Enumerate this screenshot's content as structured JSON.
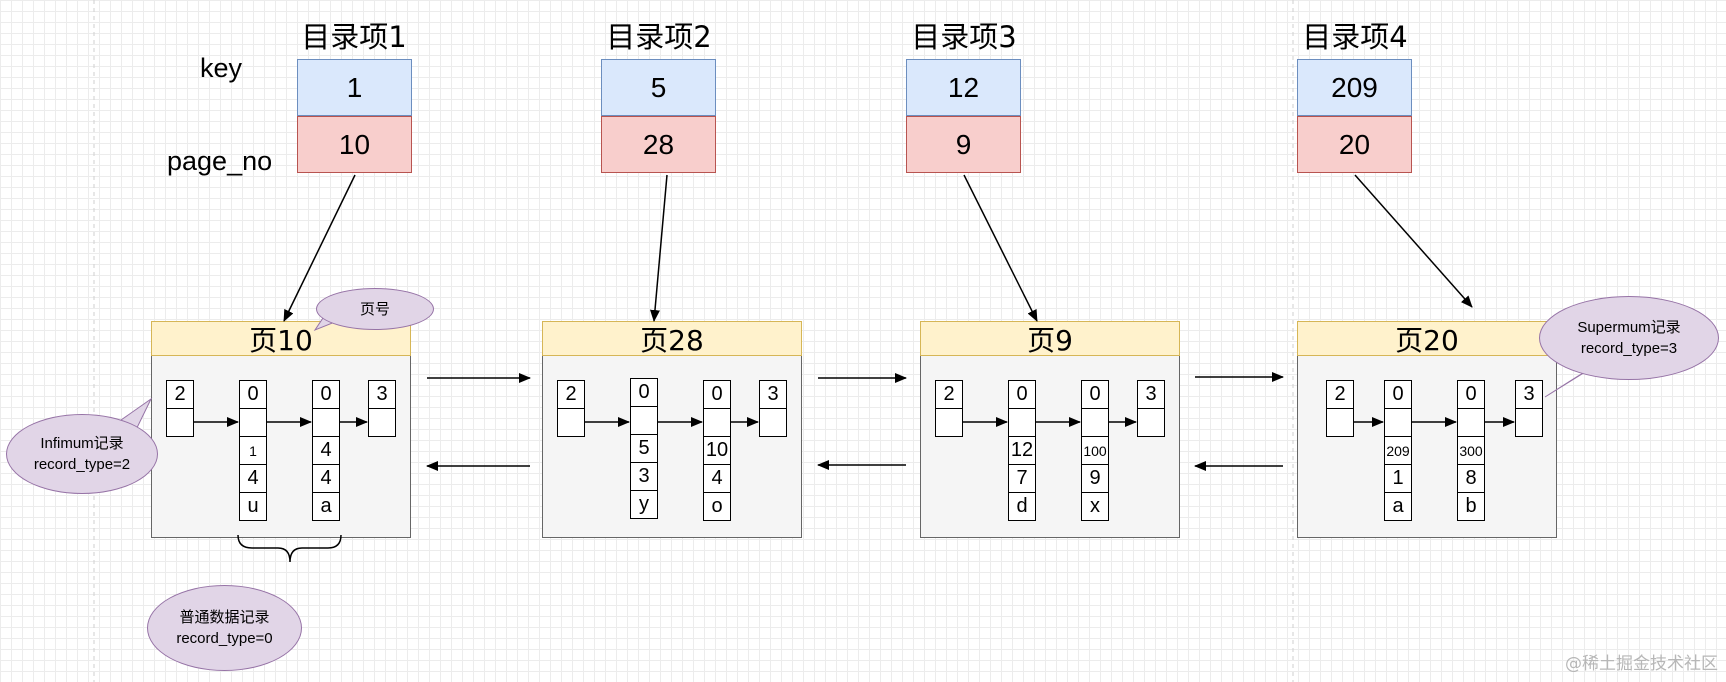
{
  "row_labels": {
    "key": "key",
    "page_no": "page_no"
  },
  "directory": [
    {
      "title": "目录项1",
      "key": "1",
      "page_no": "10"
    },
    {
      "title": "目录项2",
      "key": "5",
      "page_no": "28"
    },
    {
      "title": "目录项3",
      "key": "12",
      "page_no": "9"
    },
    {
      "title": "目录项4",
      "key": "209",
      "page_no": "20"
    }
  ],
  "pages": [
    {
      "title": "页10",
      "infimum": {
        "next": "2",
        "v": ""
      },
      "records": [
        {
          "type": "0",
          "next": "",
          "key": "1",
          "k1": "4",
          "k2": "u"
        },
        {
          "type": "0",
          "next": "",
          "key": "4",
          "k1": "4",
          "k2": "a"
        }
      ],
      "supremum": {
        "type": "3"
      }
    },
    {
      "title": "页28",
      "infimum": {
        "next": "2",
        "v": ""
      },
      "records": [
        {
          "type": "0",
          "next": "",
          "key": "5",
          "k1": "3",
          "k2": "y"
        },
        {
          "type": "0",
          "next": "",
          "key": "10",
          "k1": "4",
          "k2": "o"
        }
      ],
      "supremum": {
        "type": "3"
      }
    },
    {
      "title": "页9",
      "infimum": {
        "next": "2",
        "v": ""
      },
      "records": [
        {
          "type": "0",
          "next": "",
          "key": "12",
          "k1": "7",
          "k2": "d"
        },
        {
          "type": "0",
          "next": "",
          "key": "100",
          "k1": "9",
          "k2": "x"
        }
      ],
      "supremum": {
        "type": "3"
      }
    },
    {
      "title": "页20",
      "infimum": {
        "next": "2",
        "v": ""
      },
      "records": [
        {
          "type": "0",
          "next": "",
          "key": "209",
          "k1": "1",
          "k2": "a"
        },
        {
          "type": "0",
          "next": "",
          "key": "300",
          "k1": "8",
          "k2": "b"
        }
      ],
      "supremum": {
        "type": "3"
      }
    }
  ],
  "annotations": {
    "page_no": "页号",
    "infimum": [
      "Infimum记录",
      "record_type=2"
    ],
    "supremum": [
      "Supermum记录",
      "record_type=3"
    ],
    "normal": [
      "普通数据记录",
      "record_type=0"
    ]
  },
  "watermark": "@稀土掘金技术社区",
  "colors": {
    "key_fill": "#dae8fc",
    "key_border": "#6c8ebf",
    "page_no_fill": "#f8cecc",
    "page_no_border": "#b85450",
    "page_header_fill": "#fff2cc",
    "page_header_border": "#d6b656",
    "bubble_fill": "#e1d5e7",
    "bubble_border": "#9673a6"
  }
}
